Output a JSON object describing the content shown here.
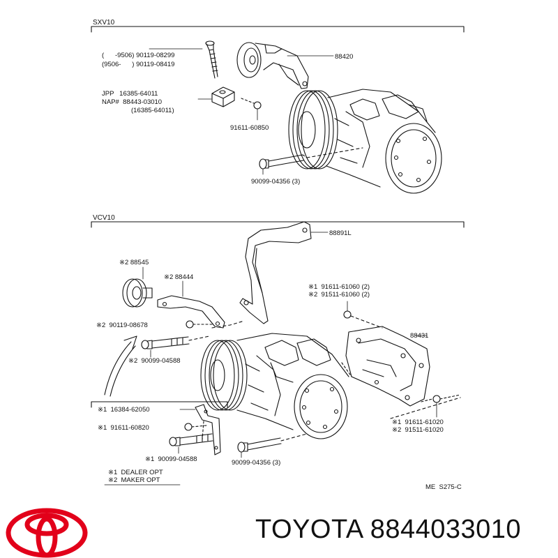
{
  "sections": [
    {
      "id": "sxv10",
      "title": "SXV10",
      "labels": [
        "(      -9506) 90119-08299",
        "(9506-      ) 90119-08419",
        "88420",
        "JPP   16385-64011",
        "NAP#  88443-03010",
        "(16385-64011)",
        "91611-60850",
        "90099-04356 (3)"
      ]
    },
    {
      "id": "vcv10",
      "title": "VCV10",
      "labels": [
        "88891L",
        "※2 88545",
        "※2 88444",
        "※1  91611-61060 (2)",
        "※2  91511-61060 (2)",
        "※2  90119-08678",
        "88431",
        "※2  90099-04588",
        "※1  16384-62050",
        "※1  91611-60820",
        "※1  90099-04588",
        "90099-04356 (3)",
        "※1  91611-61020",
        "※2  91511-61020",
        "※1  DEALER OPT",
        "※2  MAKER OPT"
      ]
    }
  ],
  "footer_code": "ME  S275-C",
  "brand": {
    "name": "TOYOTA",
    "part_number": "8844033010",
    "logo_icon": "toyota-logo-icon",
    "logo_color": "#e2001a"
  }
}
